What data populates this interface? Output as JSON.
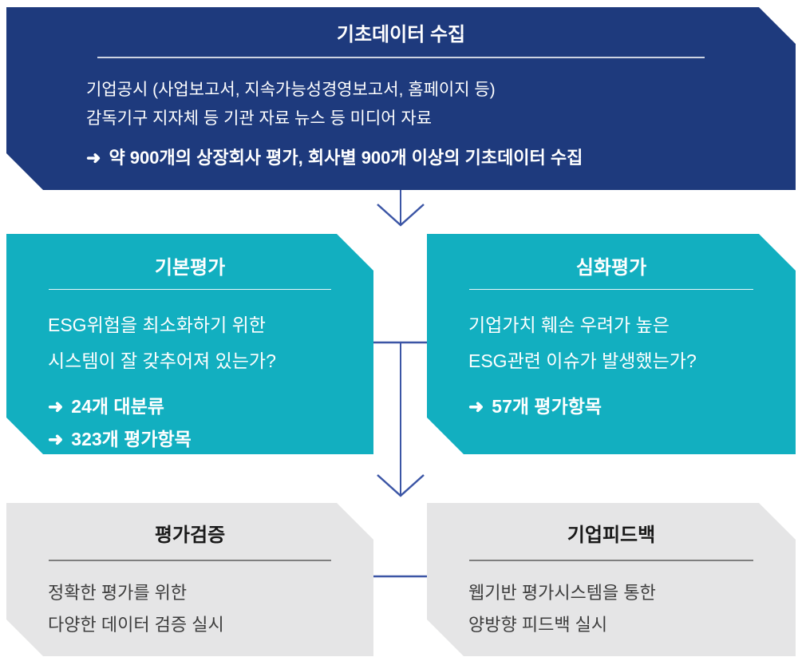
{
  "colors": {
    "navy": "#1e3a7d",
    "teal": "#12afc0",
    "gray": "#e5e5e6",
    "connector_blue": "#3b55a5",
    "gray_title": "#191919",
    "gray_body": "#3d3d3d",
    "gray_divider": "#7f7f7f",
    "light_divider": "#ffffff"
  },
  "icons": {
    "arrow_bullet": "➜",
    "down_arrow": "chevron-down-open-arrow"
  },
  "flow": {
    "collect": {
      "title": "기초데이터 수집",
      "lines": [
        "기업공시 (사업보고서, 지속가능성경영보고서, 홈페이지 등)",
        "감독기구 지자체 등 기관 자료 뉴스 등 미디어 자료"
      ],
      "callouts": [
        "약 900개의 상장회사 평가, 회사별 900개 이상의 기초데이터 수집"
      ]
    },
    "basic": {
      "title": "기본평가",
      "lines": [
        "ESG위험을 최소화하기 위한",
        "시스템이 잘 갖추어져 있는가?"
      ],
      "callouts": [
        "24개 대분류",
        "323개 평가항목"
      ]
    },
    "deep": {
      "title": "심화평가",
      "lines": [
        "기업가치 훼손 우려가 높은",
        "ESG관련 이슈가 발생했는가?"
      ],
      "callouts": [
        "57개 평가항목"
      ]
    },
    "verify": {
      "title": "평가검증",
      "lines": [
        "정확한 평가를 위한",
        "다양한 데이터 검증 실시"
      ],
      "callouts": []
    },
    "feedback": {
      "title": "기업피드백",
      "lines": [
        "웹기반 평가시스템을 통한",
        "양방향 피드백 실시"
      ],
      "callouts": []
    }
  }
}
